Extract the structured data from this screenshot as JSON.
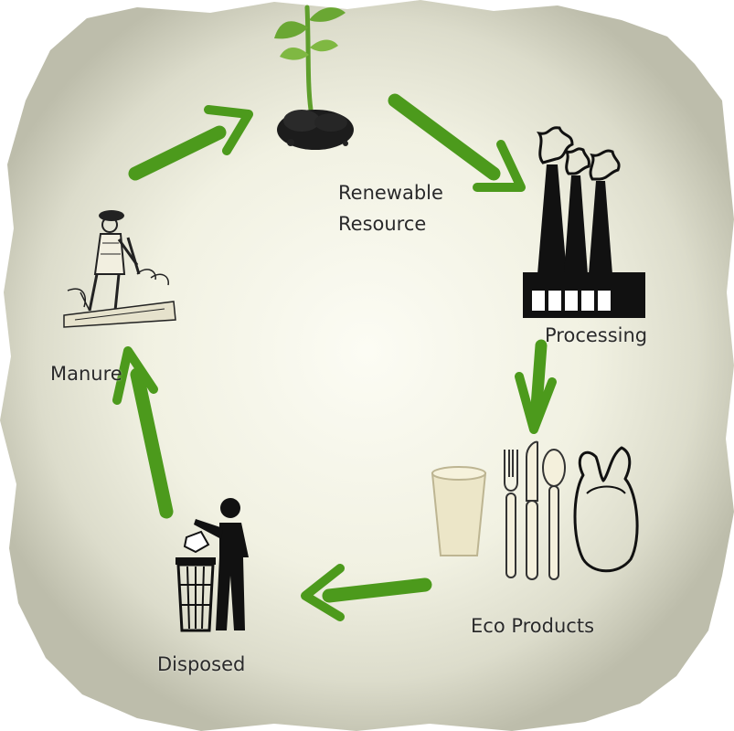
{
  "diagram": {
    "type": "cycle",
    "stages": {
      "renewable_resource": {
        "lines": [
          "Renewable",
          "Resource"
        ],
        "icon": "seedling-soil-icon"
      },
      "processing": {
        "label": "Processing",
        "icon": "factory-icon"
      },
      "eco_products": {
        "label": "Eco Products",
        "icon": "cup-cutlery-bag-icon"
      },
      "disposed": {
        "label": "Disposed",
        "icon": "person-trash-bin-icon"
      },
      "manure": {
        "label": "Manure",
        "icon": "farmer-digging-icon"
      }
    },
    "flow_order": [
      "renewable_resource",
      "processing",
      "eco_products",
      "disposed",
      "manure",
      "renewable_resource"
    ]
  },
  "colors": {
    "arrow": "#4c9a1c",
    "leaf": "#6aa733",
    "icon": "#111111",
    "text": "#2a2a2a",
    "background_center": "#fbfbf2",
    "background_edge": "#c9c9b8"
  }
}
